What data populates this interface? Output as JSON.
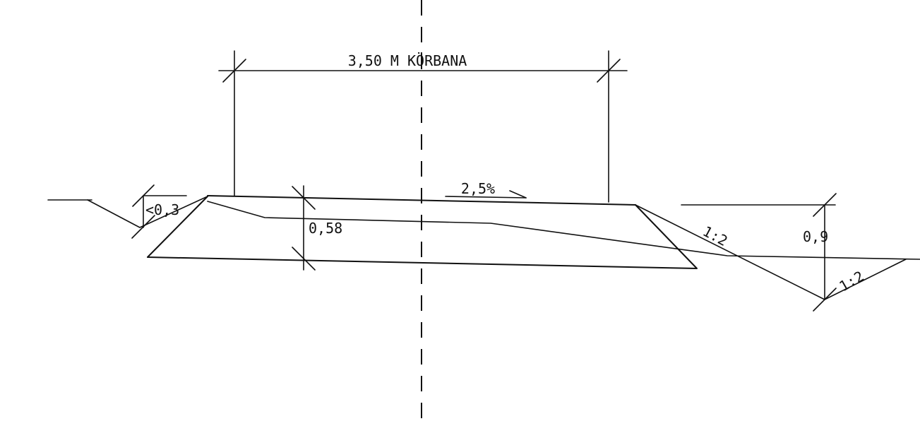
{
  "labels": {
    "roadway_width": "3,50 M KÖRBANA",
    "cross_slope": "2,5%",
    "layer_thickness": "0,58",
    "left_ditch_depth": "<0,3",
    "right_slope_upper": "1:2",
    "right_ditch_depth": "0,9",
    "right_slope_lower": "1:2"
  }
}
